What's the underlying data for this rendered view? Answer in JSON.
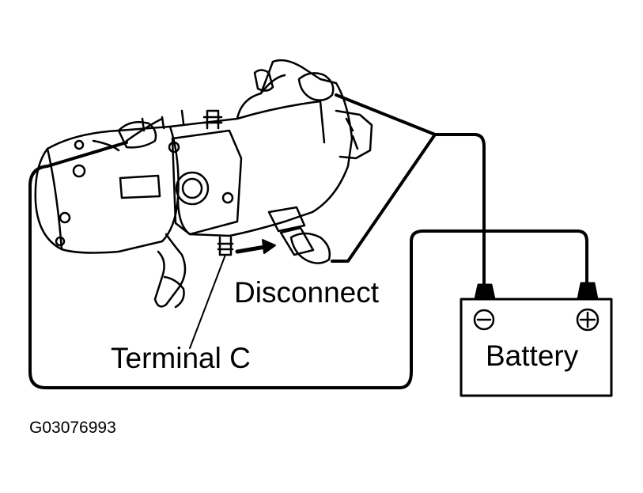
{
  "labels": {
    "disconnect": "Disconnect",
    "terminal": "Terminal C",
    "battery": "Battery",
    "figure_code": "G03076993"
  },
  "battery": {
    "negative_icon": "minus-circle-icon",
    "positive_icon": "plus-circle-icon"
  },
  "colors": {
    "line": "#000000",
    "background": "#ffffff"
  }
}
